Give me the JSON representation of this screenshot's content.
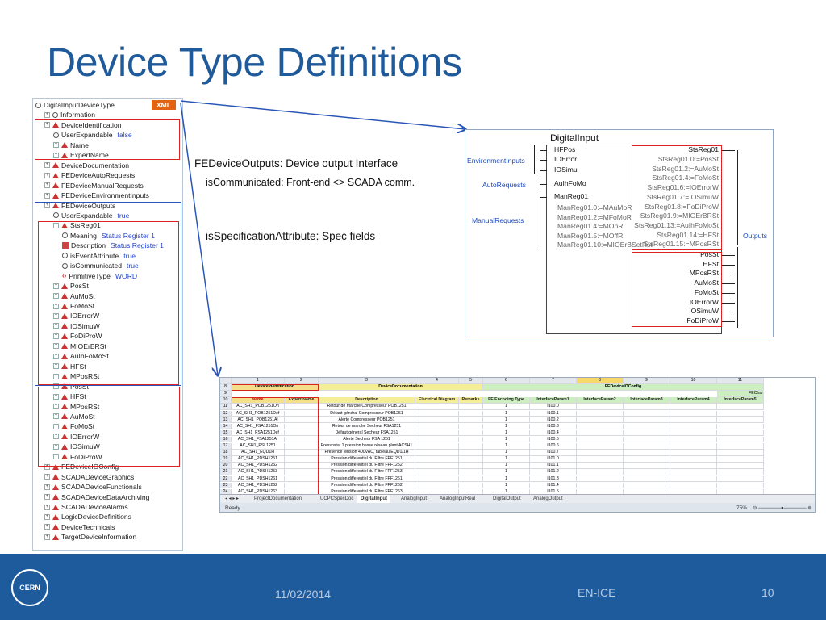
{
  "title": "Device Type Definitions",
  "tree": {
    "xml_badge": "XML",
    "items": [
      {
        "label": "DigitalInputDeviceType",
        "val": ""
      },
      {
        "label": "Information",
        "val": ""
      },
      {
        "label": "DeviceIdentification",
        "val": ""
      },
      {
        "label": "UserExpandable",
        "val": "false"
      },
      {
        "label": "Name",
        "val": ""
      },
      {
        "label": "ExpertName",
        "val": ""
      },
      {
        "label": "DeviceDocumentation",
        "val": ""
      },
      {
        "label": "FEDeviceAutoRequests",
        "val": ""
      },
      {
        "label": "FEDeviceManualRequests",
        "val": ""
      },
      {
        "label": "FEDeviceEnvironmentInputs",
        "val": ""
      },
      {
        "label": "FEDeviceOutputs",
        "val": ""
      },
      {
        "label": "UserExpandable",
        "val": "true"
      },
      {
        "label": "StsReg01",
        "val": ""
      },
      {
        "label": "Meaning",
        "val": "Status Register 1"
      },
      {
        "label": "Description",
        "val": "Status Register 1"
      },
      {
        "label": "isEventAttribute",
        "val": "true"
      },
      {
        "label": "isCommunicated",
        "val": "true"
      },
      {
        "label": "PrimitiveType",
        "val": "WORD"
      },
      {
        "label": "PosSt",
        "val": ""
      },
      {
        "label": "AuMoSt",
        "val": ""
      },
      {
        "label": "FoMoSt",
        "val": ""
      },
      {
        "label": "IOErrorW",
        "val": ""
      },
      {
        "label": "IOSimuW",
        "val": ""
      },
      {
        "label": "FoDiProW",
        "val": ""
      },
      {
        "label": "MIOErBRSt",
        "val": ""
      },
      {
        "label": "AuIhFoMoSt",
        "val": ""
      },
      {
        "label": "HFSt",
        "val": ""
      },
      {
        "label": "MPosRSt",
        "val": ""
      },
      {
        "label": "PosSt",
        "val": ""
      },
      {
        "label": "HFSt",
        "val": ""
      },
      {
        "label": "MPosRSt",
        "val": ""
      },
      {
        "label": "AuMoSt",
        "val": ""
      },
      {
        "label": "FoMoSt",
        "val": ""
      },
      {
        "label": "IOErrorW",
        "val": ""
      },
      {
        "label": "IOSimuW",
        "val": ""
      },
      {
        "label": "FoDiProW",
        "val": ""
      },
      {
        "label": "FEDeviceIOConfig",
        "val": ""
      },
      {
        "label": "SCADADeviceGraphics",
        "val": ""
      },
      {
        "label": "SCADADeviceFunctionals",
        "val": ""
      },
      {
        "label": "SCADADeviceDataArchiving",
        "val": ""
      },
      {
        "label": "SCADADeviceAlarms",
        "val": ""
      },
      {
        "label": "LogicDeviceDefinitions",
        "val": ""
      },
      {
        "label": "DeviceTechnicals",
        "val": ""
      },
      {
        "label": "TargetDeviceInformation",
        "val": ""
      }
    ]
  },
  "annotations": {
    "outputs": "FEDeviceOutputs: Device output Interface",
    "communicated": "isCommunicated: Front-end <> SCADA comm.",
    "spec": "isSpecificationAttribute: Spec fields"
  },
  "digital_input": {
    "title": "DigitalInput",
    "left_labels": [
      "EnvironmentInputs",
      "AutoRequests",
      "ManualRequests"
    ],
    "right_label": "Outputs",
    "inputs": [
      "HFPos",
      "IOError",
      "IOSimu",
      "AuIhFoMo",
      "ManReg01"
    ],
    "manreg": [
      "ManReg01.0:=MAuMoR",
      "ManReg01.2:=MFoMoR",
      "ManReg01.4:=MOnR",
      "ManReg01.5:=MOffR",
      "ManReg01.10:=MIOErBSetRst"
    ],
    "stsreg_title": "StsReg01",
    "stsreg": [
      "StsReg01.0:=PosSt",
      "StsReg01.2:=AuMoSt",
      "StsReg01.4:=FoMoSt",
      "StsReg01.6:=IOErrorW",
      "StsReg01.7:=IOSimuW",
      "StsReg01.8:=FoDiProW",
      "StsReg01.9:=MIOErBRSt",
      "StsReg01.13:=AuIhFoMoSt",
      "StsReg01.14:=HFSt",
      "StsReg01.15:=MPosRSt"
    ],
    "outputs": [
      "PosSt",
      "HFSt",
      "MPosRSt",
      "AuMoSt",
      "FoMoSt",
      "IOErrorW",
      "IOSimuW",
      "FoDiProW"
    ]
  },
  "excel": {
    "col_numbers": [
      "1",
      "2",
      "3",
      "4",
      "5",
      "6",
      "7",
      "8",
      "9",
      "10",
      "11"
    ],
    "groups": [
      "DeviceIdentification",
      "DeviceDocumentation",
      "FEDeviceIOConfig",
      "FEChar"
    ],
    "headers": [
      "Name",
      "Expert Name",
      "Description",
      "Electrical Diagram",
      "Remarks",
      "FE Encoding Type",
      "InterfaceParam1",
      "InterfaceParam2",
      "InterfaceParam3",
      "InterfaceParam4",
      "InterfaceParam5"
    ],
    "row_numbers": [
      "8",
      "9",
      "10",
      "11",
      "12",
      "13",
      "14",
      "15",
      "16",
      "17",
      "18",
      "19",
      "20",
      "21",
      "22",
      "23",
      "24"
    ],
    "rows": [
      [
        "AC_SH1_POB1251On",
        "",
        "Retour de marche Compresseur POB1251",
        "",
        "",
        "1",
        "I100.0"
      ],
      [
        "AC_SH1_POB1251Def",
        "",
        "Défaut général Compresseur POB1251",
        "",
        "",
        "1",
        "I100.1"
      ],
      [
        "AC_SH1_POB1251Al",
        "",
        "Alerte Compresseur POB1251",
        "",
        "",
        "1",
        "I100.2"
      ],
      [
        "AC_SH1_FSA1251On",
        "",
        "Retour de marche Secheur FSA1251",
        "",
        "",
        "1",
        "I100.3"
      ],
      [
        "AC_SH1_FSA1251Def",
        "",
        "Défaut général Secheur FSA1251",
        "",
        "",
        "1",
        "I100.4"
      ],
      [
        "AC_SH1_FSA1251Al",
        "",
        "Alerte Secheur FSA 1251",
        "",
        "",
        "1",
        "I100.5"
      ],
      [
        "AC_SH1_PSL1251",
        "",
        "Pressostat 1 pression basse réseau plant ACSH1",
        "",
        "",
        "1",
        "I100.6"
      ],
      [
        "AC_SH1_EQD1H",
        "",
        "Presence tension 400VAC, tableau EQD1/1H",
        "",
        "",
        "1",
        "I100.7"
      ],
      [
        "AC_SH1_PDSH1251",
        "",
        "Pression differentiel du Filtre FPF1251",
        "",
        "",
        "1",
        "I101.0"
      ],
      [
        "AC_SH1_PDSH1252",
        "",
        "Pression differentiel du Filtre FPF1252",
        "",
        "",
        "1",
        "I101.1"
      ],
      [
        "AC_SH1_PDSH1253",
        "",
        "Pression differentiel du Filtre FPF1253",
        "",
        "",
        "1",
        "I101.2"
      ],
      [
        "AC_SH1_PDSH1261",
        "",
        "Pression differentiel du Filtre FPF1261",
        "",
        "",
        "1",
        "I101.3"
      ],
      [
        "AC_SH1_PDSH1262",
        "",
        "Pression differentiel du Filtre FPF1262",
        "",
        "",
        "1",
        "I101.4"
      ],
      [
        "AC_SH1_PDSH1263",
        "",
        "Pression differentiel du Filtre FPF1263",
        "",
        "",
        "1",
        "I101.5"
      ]
    ],
    "tabs": [
      "ProjectDocumentation",
      "UCPCSpecDoc",
      "DigitalInput",
      "AnalogInput",
      "AnalogInputReal",
      "DigitalOutput",
      "AnalogOutput"
    ],
    "status": "Ready",
    "zoom": "75%"
  },
  "footer": {
    "logo": "CERN",
    "date": "11/02/2014",
    "dept": "EN-ICE",
    "page": "10"
  }
}
